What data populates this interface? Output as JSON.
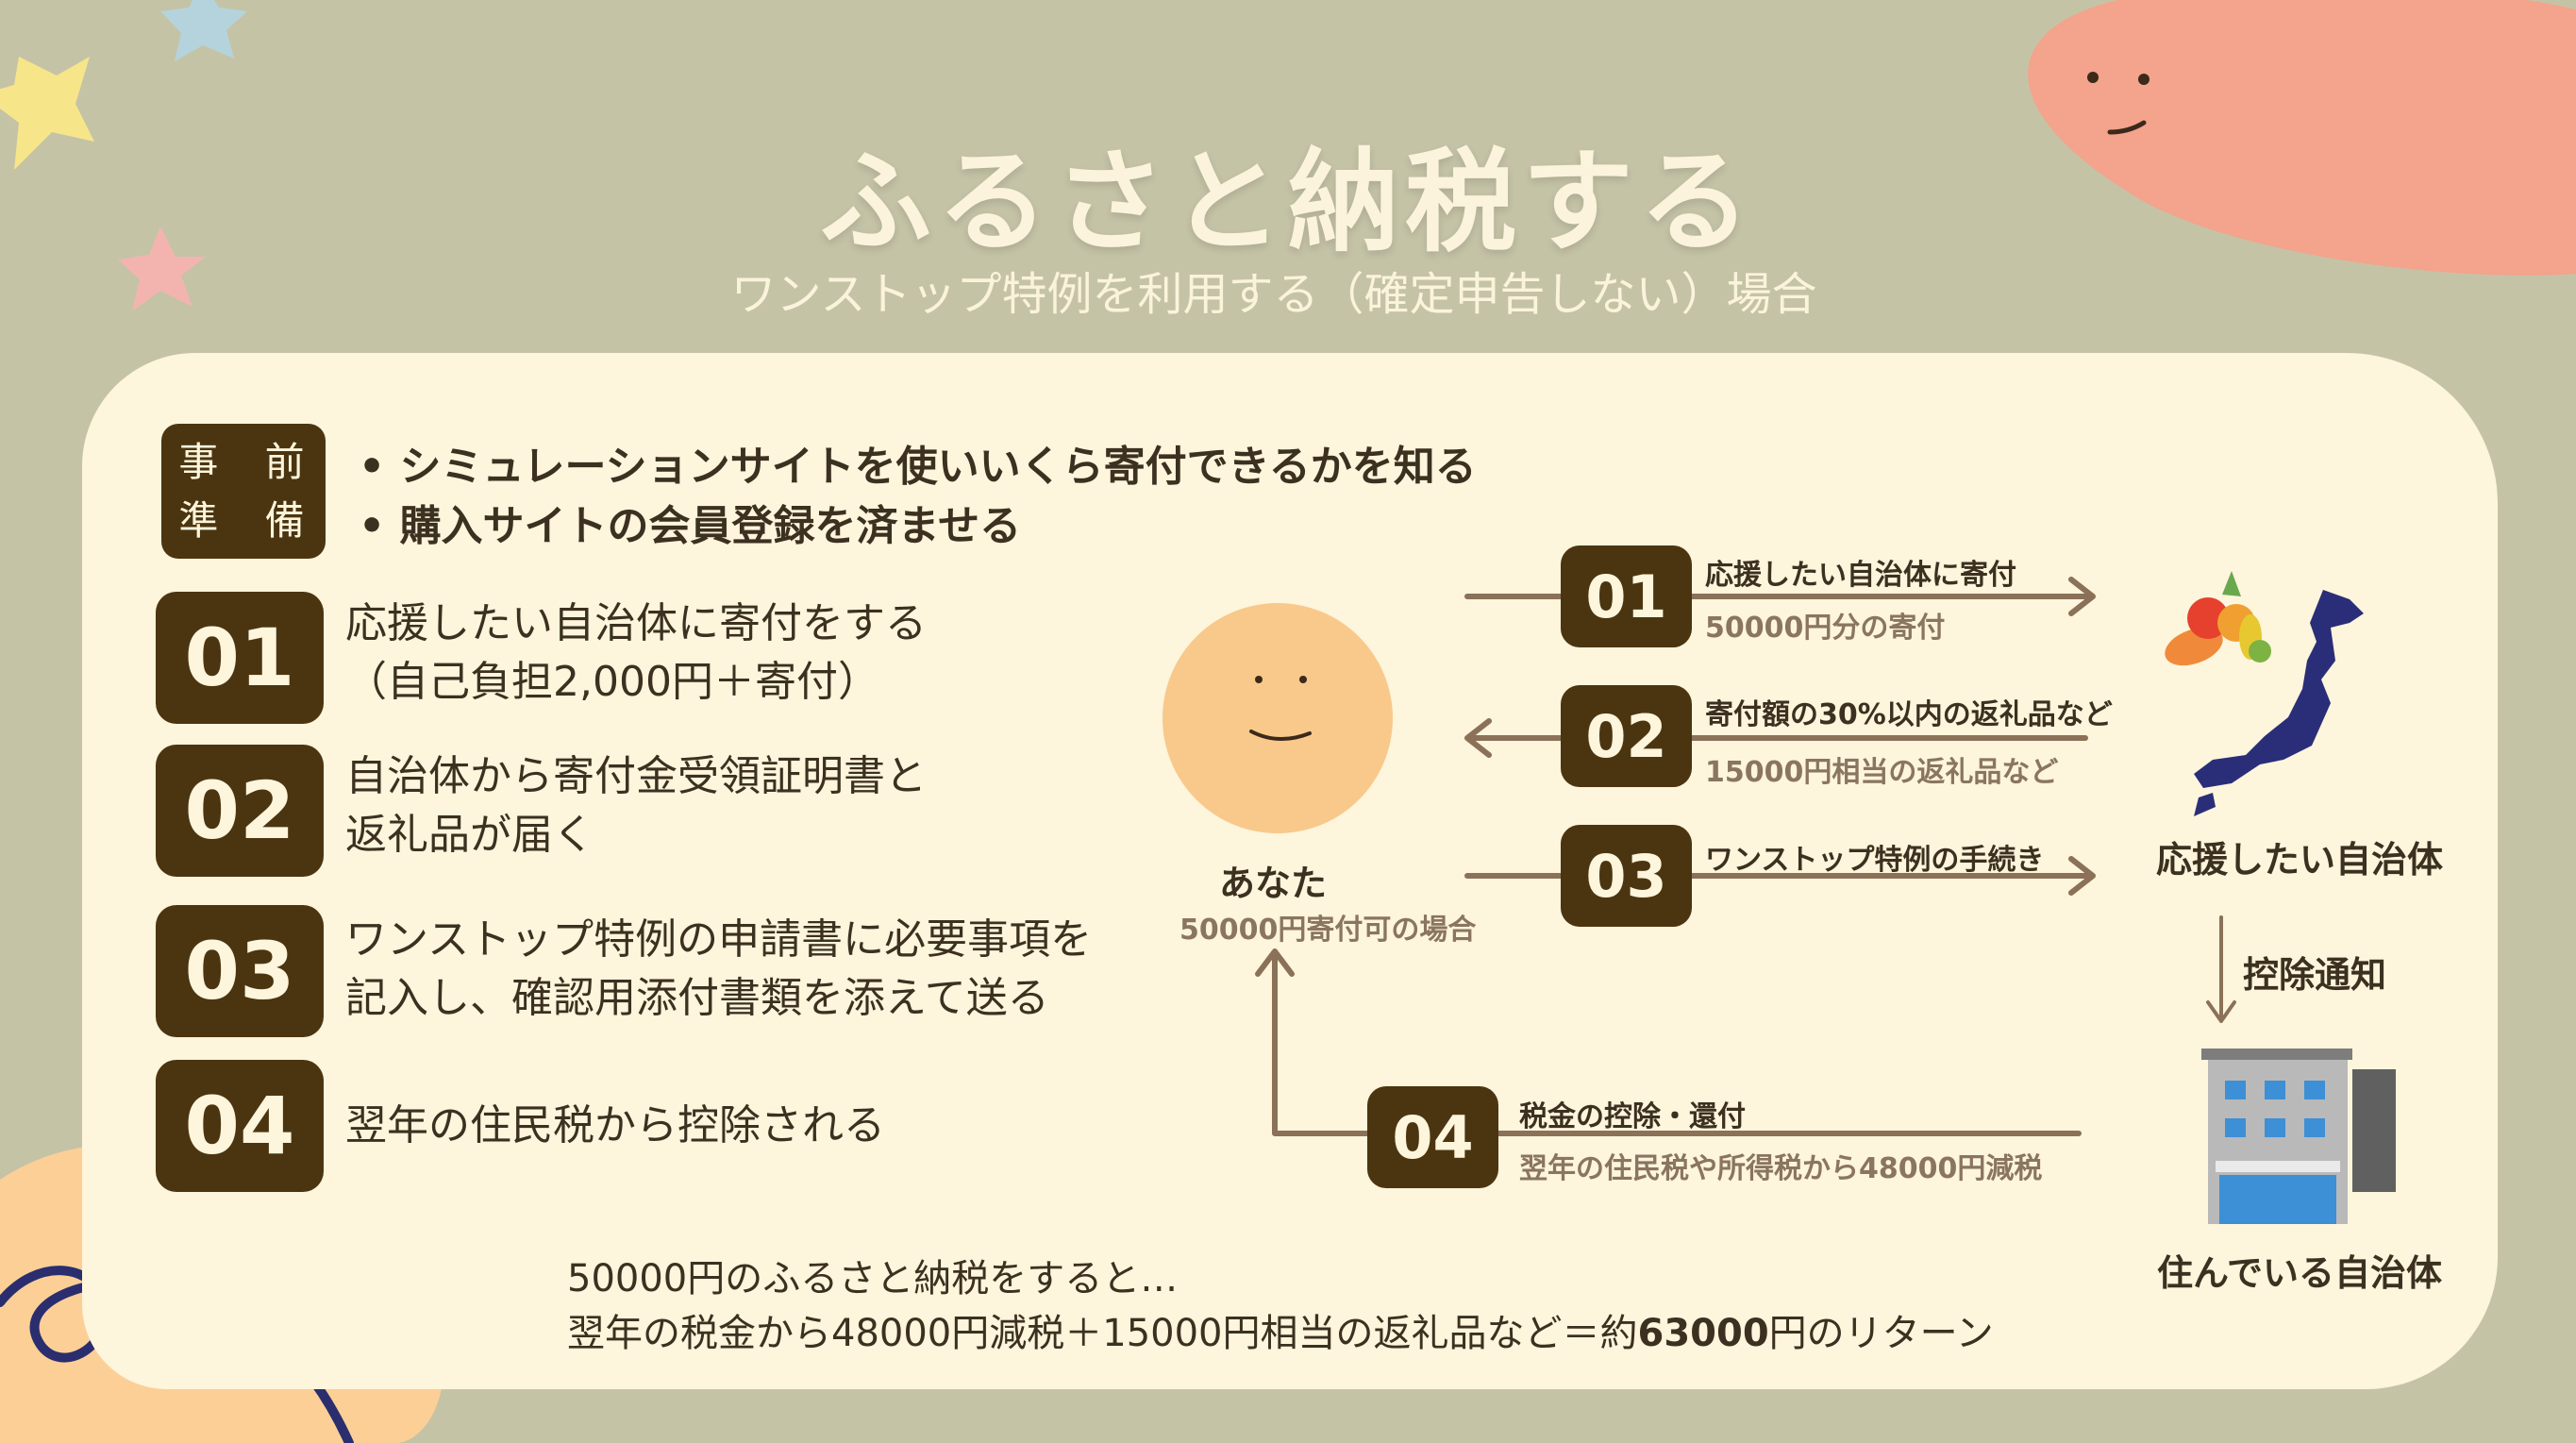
{
  "title": "ふるさと納税する",
  "subtitle": "ワンストップ特例を利用する（確定申告しない）場合",
  "preparation": {
    "label_line1": "事 前",
    "label_line2": "準 備",
    "bullets": [
      "• シミュレーションサイトを使いいくら寄付できるかを知る",
      "• 購入サイトの会員登録を済ませる"
    ]
  },
  "steps": [
    {
      "num": "01",
      "line1": "応援したい自治体に寄付をする",
      "line2": "（自己負担2,000円＋寄付）"
    },
    {
      "num": "02",
      "line1": "自治体から寄付金受領証明書と",
      "line2": "返礼品が届く"
    },
    {
      "num": "03",
      "line1": "ワンストップ特例の申請書に必要事項を",
      "line2": "記入し、確認用添付書類を添えて送る"
    },
    {
      "num": "04",
      "line1": "翌年の住民税から控除される",
      "line2": ""
    }
  ],
  "diagram": {
    "you_label": "あなた",
    "you_sub": "50000円寄付可の場合",
    "support_label": "応援したい自治体",
    "notice_label": "控除通知",
    "resident_label": "住んでいる自治体",
    "flows": [
      {
        "num": "01",
        "top": "応援したい自治体に寄付",
        "bottom": "50000円分の寄付"
      },
      {
        "num": "02",
        "top": "寄付額の30%以内の返礼品など",
        "bottom": "15000円相当の返礼品など"
      },
      {
        "num": "03",
        "top": "ワンストップ特例の手続き",
        "bottom": ""
      },
      {
        "num": "04",
        "top": "税金の控除・還付",
        "bottom": "翌年の住民税や所得税から48000円減税"
      }
    ]
  },
  "summary": {
    "line1": "50000円のふるさと納税をすると…",
    "line2_pre": "翌年の税金から48000円減税＋15000円相当の返礼品など＝約",
    "line2_bold": "63000",
    "line2_post": "円のリターン"
  },
  "colors": {
    "background": "#c5c3a6",
    "card": "#fdf5dc",
    "box": "#4b3510",
    "arrow": "#8a7158",
    "map": "#2a2e78"
  }
}
